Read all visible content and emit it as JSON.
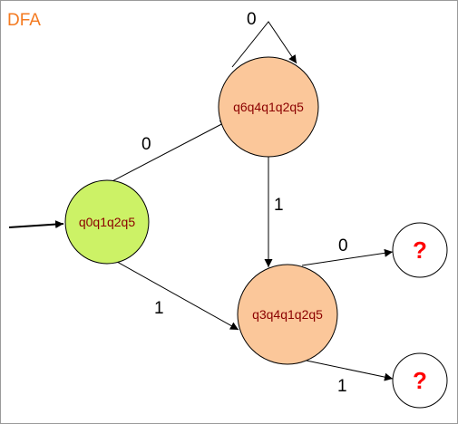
{
  "title": "DFA",
  "colors": {
    "title": "#f47a20",
    "start_fill": "#ccf266",
    "state_fill": "#fbc79a",
    "state_text": "#8b0000",
    "unknown_text": "#ff0000",
    "stroke": "#000000",
    "frame": "#9a9a9a"
  },
  "states": {
    "start": "q0q1q2q5",
    "top": "q6q4q1q2q5",
    "bottom": "q3q4q1q2q5",
    "unknown_1": "?",
    "unknown_2": "?"
  },
  "edges": {
    "start_to_top": "0",
    "start_to_bottom": "1",
    "top_self_loop": "0",
    "top_to_bottom": "1",
    "bottom_to_unknown_1": "0",
    "bottom_to_unknown_2": "1"
  }
}
